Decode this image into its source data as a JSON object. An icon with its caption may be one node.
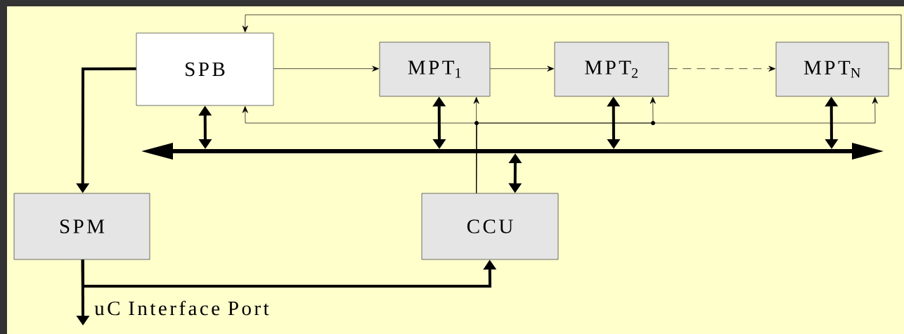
{
  "diagram": {
    "nodes": [
      {
        "text": [
          "SPB"
        ]
      },
      {
        "text": [
          "MPT$_{1}$"
        ]
      },
      {
        "text": [
          "MPT$_{2}$"
        ]
      },
      {
        "text": [
          "MPT$_{N}$"
        ]
      },
      {
        "text": [
          "SPM"
        ]
      },
      {
        "text": [
          "CCU"
        ]
      }
    ],
    "edges": [
      {
        "from": 0,
        "to": 1,
        "arrow": "to"
      },
      {
        "from": 1,
        "to": 2,
        "arrow": "to"
      },
      {
        "from": 2,
        "to": 3,
        "arrow": "to",
        "style": "dashed"
      },
      {
        "from": 3,
        "to": 0,
        "arrow": "to"
      },
      {
        "from": 0,
        "to": null,
        "arrow": "both",
        "style": "thick"
      },
      {
        "from": 1,
        "to": null,
        "arrow": "both",
        "style": "thick"
      },
      {
        "from": 2,
        "to": null,
        "arrow": "both",
        "style": "thick"
      },
      {
        "from": 3,
        "to": null,
        "arrow": "both",
        "style": "thick"
      },
      {
        "from": null,
        "to": 5,
        "arrow": "both",
        "style": "thick"
      },
      {
        "from": 0,
        "to": 4,
        "arrow": "to",
        "style": "thick"
      },
      {
        "from": 4,
        "to": 5,
        "arrow": "to",
        "style": "thick"
      },
      {
        "from": 4,
        "to": null,
        "arrow": "to",
        "style": "thick",
        "label": "uC Interface Port"
      },
      {
        "from": 5,
        "to": 0,
        "arrow": "to"
      },
      {
        "from": 5,
        "to": 1,
        "arrow": "to"
      },
      {
        "from": 5,
        "to": 2,
        "arrow": "to"
      },
      {
        "from": 5,
        "to": 3,
        "arrow": "to"
      }
    ]
  }
}
